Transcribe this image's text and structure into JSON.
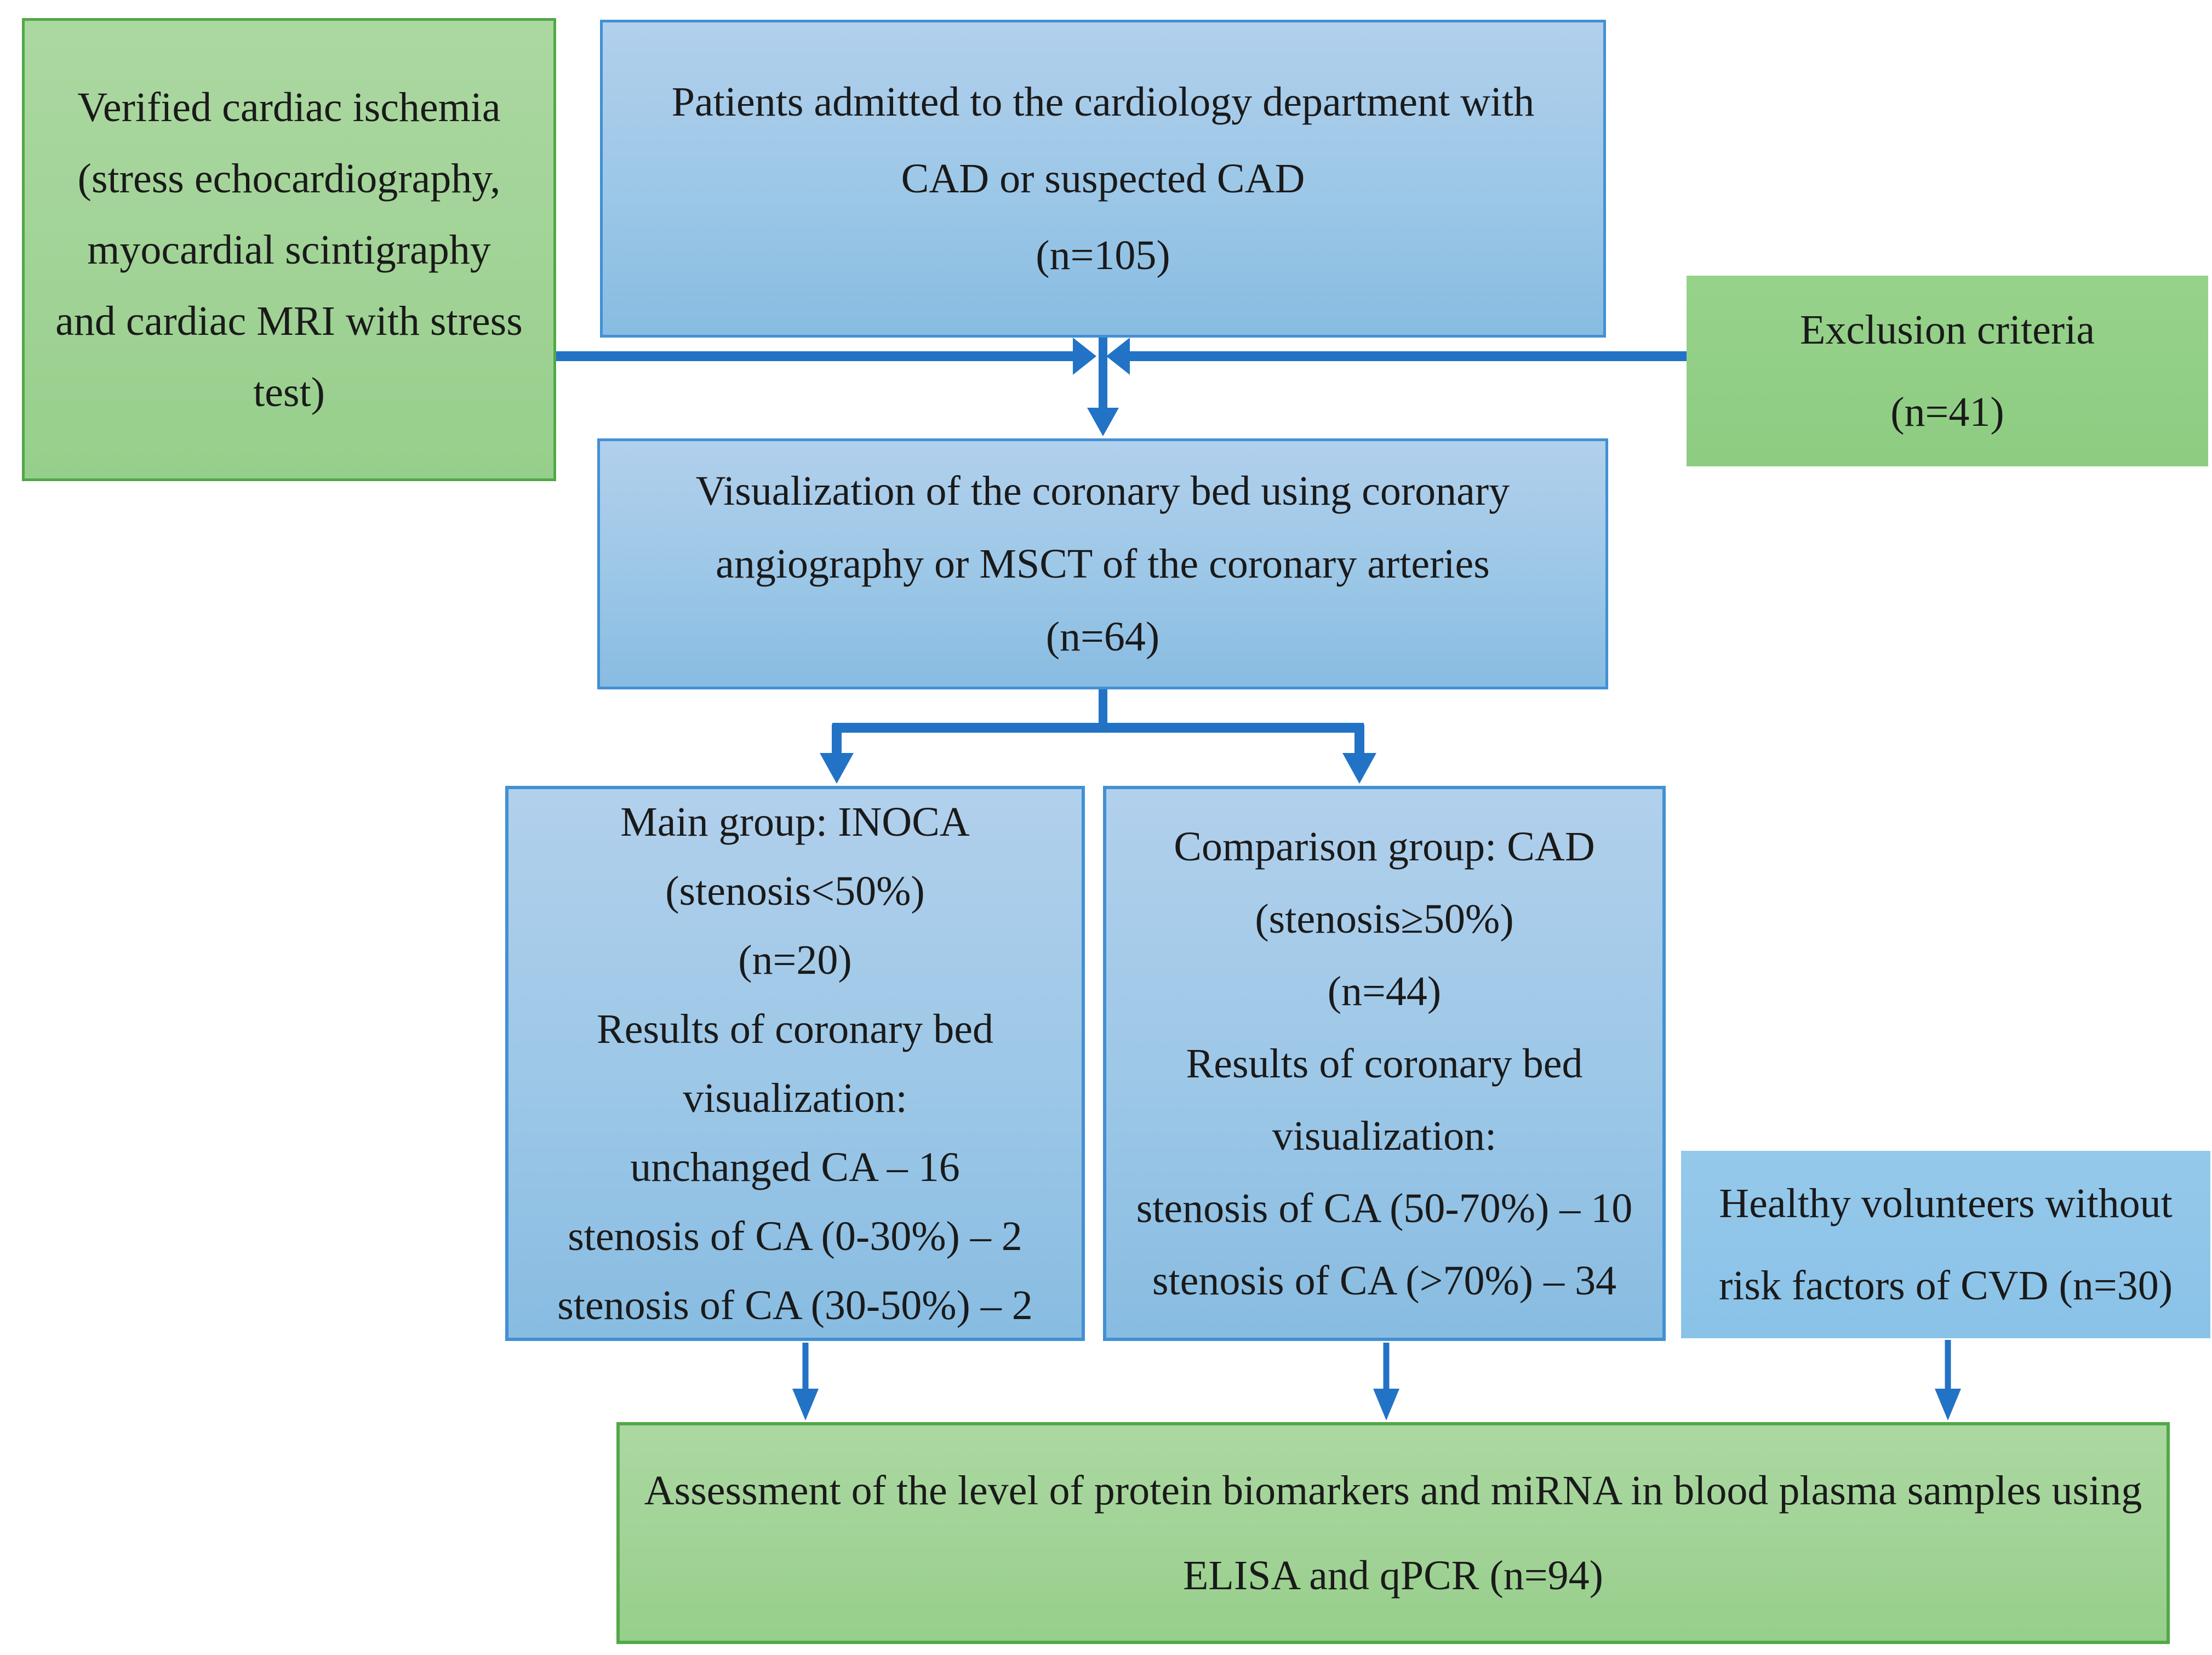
{
  "figure": {
    "kind": "study-enrollment-flowchart",
    "boxes": {
      "verified_ischemia": {
        "text": "Verified cardiac ischemia\n(stress echocardiography,\nmyocardial scintigraphy\nand cardiac MRI with stress\ntest)"
      },
      "admitted": {
        "text": "Patients admitted to the cardiology department with\nCAD or suspected CAD\n(n=105)"
      },
      "exclusion": {
        "text": "Exclusion criteria\n(n=41)"
      },
      "visualization": {
        "text": "Visualization of the coronary bed using coronary\nangiography or MSCT of the coronary arteries\n(n=64)"
      },
      "main_group": {
        "text": "Main group: INOCA\n(stenosis<50%)\n(n=20)\nResults of coronary bed\nvisualization:\nunchanged CA – 16\nstenosis of CA (0-30%) – 2\nstenosis of CA (30-50%) – 2"
      },
      "comparison_group": {
        "text": "Comparison group: CAD\n(stenosis≥50%)\n(n=44)\nResults of coronary bed\nvisualization:\nstenosis of CA (50-70%) – 10\nstenosis of CA (>70%) – 34"
      },
      "healthy_volunteers": {
        "text": "Healthy volunteers without\nrisk factors of CVD (n=30)"
      },
      "assessment": {
        "text": "Assessment of the level of protein biomarkers and miRNA in blood plasma samples using\nELISA and qPCR (n=94)"
      }
    },
    "colors": {
      "background": "#ffffff",
      "arrow_blue": "#2273c6",
      "blue_box_fill_top": "#b1d0ec",
      "blue_box_fill_bottom": "#88bce1",
      "blue_box_border": "#4390d3",
      "blue_flat_fill": "#8ec5e9",
      "green_box_fill_top": "#abd8a1",
      "green_box_fill_bottom": "#96cf8b",
      "green_box_border": "#52a847",
      "text": "#1a1a1a"
    }
  }
}
